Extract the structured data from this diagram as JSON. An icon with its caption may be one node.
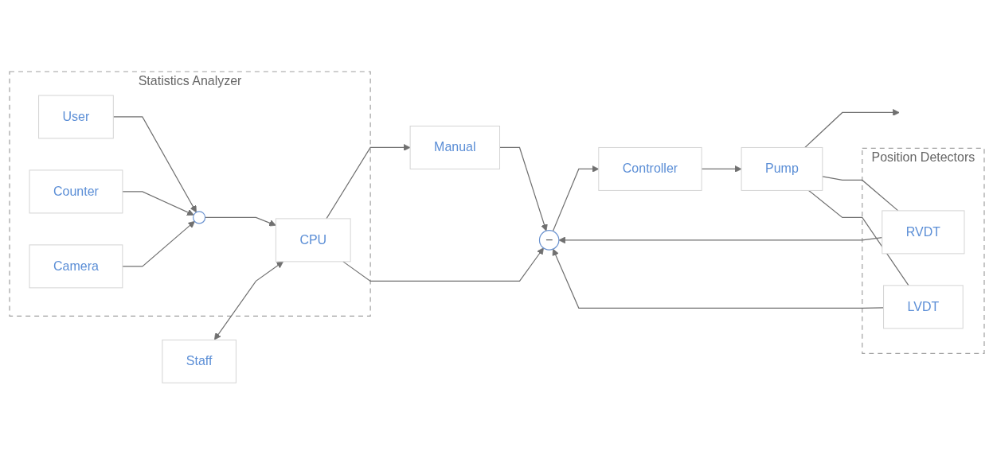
{
  "diagram": {
    "nodes": [
      {
        "text": [
          "Staff"
        ]
      },
      {
        "text": [
          "Statistics Analyzer"
        ]
      },
      {
        "text": [
          "User"
        ],
        "in": 1
      },
      {
        "text": [
          "Counter"
        ],
        "in": 1
      },
      {
        "text": [],
        "shape": "circle",
        "in": 1
      },
      {
        "text": [
          "CPU"
        ],
        "in": 1
      },
      {
        "text": [
          "Camera"
        ],
        "in": 1
      },
      {
        "text": [
          "Manual"
        ]
      },
      {
        "text": [
          "−"
        ]
      },
      {
        "text": [
          "Controller"
        ]
      },
      {
        "text": [
          "Pump"
        ]
      },
      {
        "text": [
          "Position Detectors"
        ]
      },
      {
        "text": [
          "RVDT"
        ],
        "in": 11
      },
      {
        "text": [
          "LVDT"
        ],
        "in": 11
      }
    ],
    "edges": [
      {
        "from": 0,
        "to": 5,
        "arrow": "both"
      },
      {
        "from": 2,
        "to": 4,
        "arrow": "to"
      },
      {
        "from": 3,
        "to": 4,
        "arrow": "to"
      },
      {
        "from": 6,
        "to": 4,
        "arrow": "to"
      },
      {
        "from": 4,
        "to": 5,
        "arrow": "to"
      },
      {
        "from": 5,
        "to": 7,
        "arrow": "to"
      },
      {
        "from": 5,
        "to": 8,
        "arrow": "to"
      },
      {
        "from": 7,
        "to": 8,
        "arrow": "to"
      },
      {
        "from": 8,
        "to": 9,
        "arrow": "to"
      },
      {
        "from": 9,
        "to": 10,
        "arrow": "to"
      },
      {
        "from": 10,
        "to": null,
        "arrow": "to"
      },
      {
        "from": 10,
        "to": 12,
        "arrow": "none"
      },
      {
        "from": 10,
        "to": 13,
        "arrow": "none"
      },
      {
        "from": 12,
        "to": 8,
        "arrow": "to"
      },
      {
        "from": 13,
        "to": 8,
        "arrow": "to"
      }
    ]
  }
}
